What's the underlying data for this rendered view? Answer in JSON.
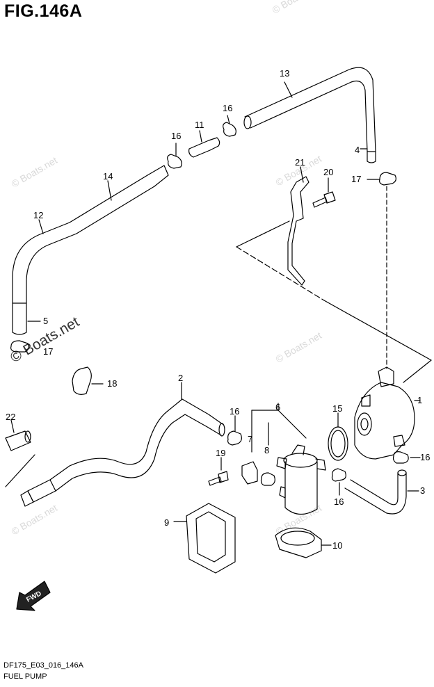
{
  "figure": {
    "title": "FIG.146A",
    "code": "DF175_E03_016_146A",
    "name": "FUEL PUMP"
  },
  "watermark": {
    "text": "© Boats.net",
    "color": "#d9d9d9"
  },
  "direction_arrow": {
    "label": "FWD"
  },
  "callouts": {
    "c1": "1",
    "c2": "2",
    "c3": "3",
    "c4": "4",
    "c5": "5",
    "c6": "6",
    "c7": "7",
    "c8": "8",
    "c9": "9",
    "c10": "10",
    "c11": "11",
    "c12": "12",
    "c13": "13",
    "c14": "14",
    "c15": "15",
    "c16a": "16",
    "c16b": "16",
    "c16c": "16",
    "c16d": "16",
    "c16e": "16",
    "c17a": "17",
    "c17b": "17",
    "c18": "18",
    "c19": "19",
    "c20": "20",
    "c21": "21",
    "c22": "22"
  }
}
